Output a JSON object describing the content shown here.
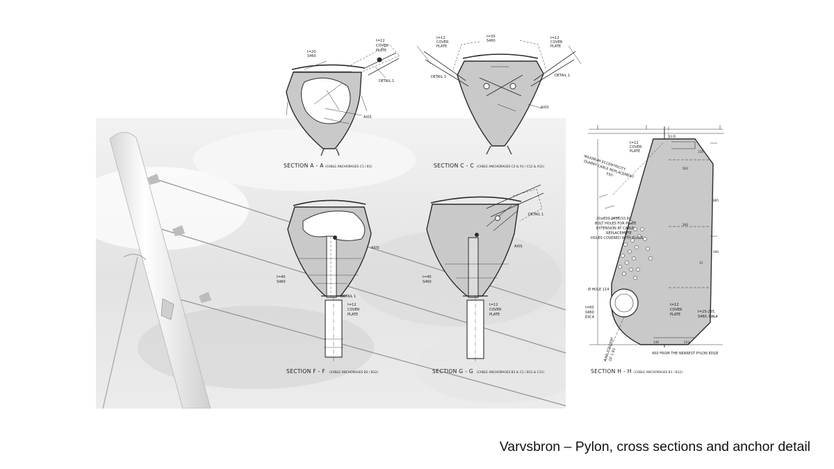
{
  "caption": "Varvsbron – Pylon, cross sections and anchor detail",
  "sections": {
    "aa": {
      "title": "SECTION A - A",
      "subtitle": "(CABLE ANCHORAGES C1 / B1)",
      "plate_note_1": "t=20",
      "plate_note_2": "S460",
      "cover_1": "t=12",
      "cover_2": "COVER",
      "cover_3": "PLATE",
      "detail": "DETAIL 1",
      "axis": "AXIS"
    },
    "cc": {
      "title": "SECTION C - C",
      "subtitle": "(CABLE ANCHORAGES C2 & A1 / C12 & A11)",
      "left_cover_1": "t=12",
      "left_cover_2": "COVER",
      "left_cover_3": "PLATE",
      "mid_1": "t=30",
      "mid_2": "S460",
      "right_cover_1": "t=12",
      "right_cover_2": "COVER",
      "right_cover_3": "PLATE",
      "detail_left": "DETAIL 1",
      "detail_right": "DETAIL 1",
      "axis": "AXIS"
    },
    "ff": {
      "title": "SECTION F - F",
      "subtitle": "(CABLE ANCHORAGES B2 / B12)",
      "axis": "AXIS",
      "plate_1": "t=40",
      "plate_2": "S460",
      "detail": "DETAIL 1",
      "cover_1": "t=12",
      "cover_2": "COVER",
      "cover_3": "PLATE"
    },
    "gg": {
      "title": "SECTION G - G",
      "subtitle": "(CABLE ANCHORAGES B1 & C1 / B11 & C11)",
      "detail": "DETAIL 1",
      "axis": "AXIS",
      "plate_1": "t=40",
      "plate_2": "S460",
      "cover_1": "t=12",
      "cover_2": "COVER",
      "cover_3": "PLATE"
    },
    "hh": {
      "title": "SECTION H - H",
      "subtitle": "(CABLE ANCHORAGES B1 / B12)",
      "cover_top_1": "t=12",
      "cover_top_2": "COVER",
      "cover_top_3": "PLATE",
      "ecc_1": "MAXIMUM ECCENTRICITY",
      "ecc_2": "DUMMY CABLE REPLACEMENT",
      "ecc_3": "550",
      "bolt_1": "20xØ39 (M36/10.9)",
      "bolt_2": "BOLT HOLES FOR PLATE",
      "bolt_3": "EXTENSION AT CABLE",
      "bolt_4": "REPLACEMENT",
      "bolt_5": "HOLES COVERED WITH PLUGS",
      "hole": "Ø HOLE 114",
      "plate_1": "t=60",
      "plate_2": "S460",
      "plate_3": "EXC4",
      "cover_bot_1": "t=12",
      "cover_bot_2": "COVER",
      "cover_bot_3": "PLATE",
      "rib_1": "t=25-235,",
      "rib_2": "S460, EXC4",
      "axis_1": "AXIS STAGENT",
      "axis_2": "OF 1 B1",
      "edge": "450 FROM THE NEAREST PYLON EDGE",
      "dims": [
        "1235",
        "135",
        "502",
        "885",
        "500",
        "480",
        "140",
        "533",
        "15"
      ]
    }
  }
}
